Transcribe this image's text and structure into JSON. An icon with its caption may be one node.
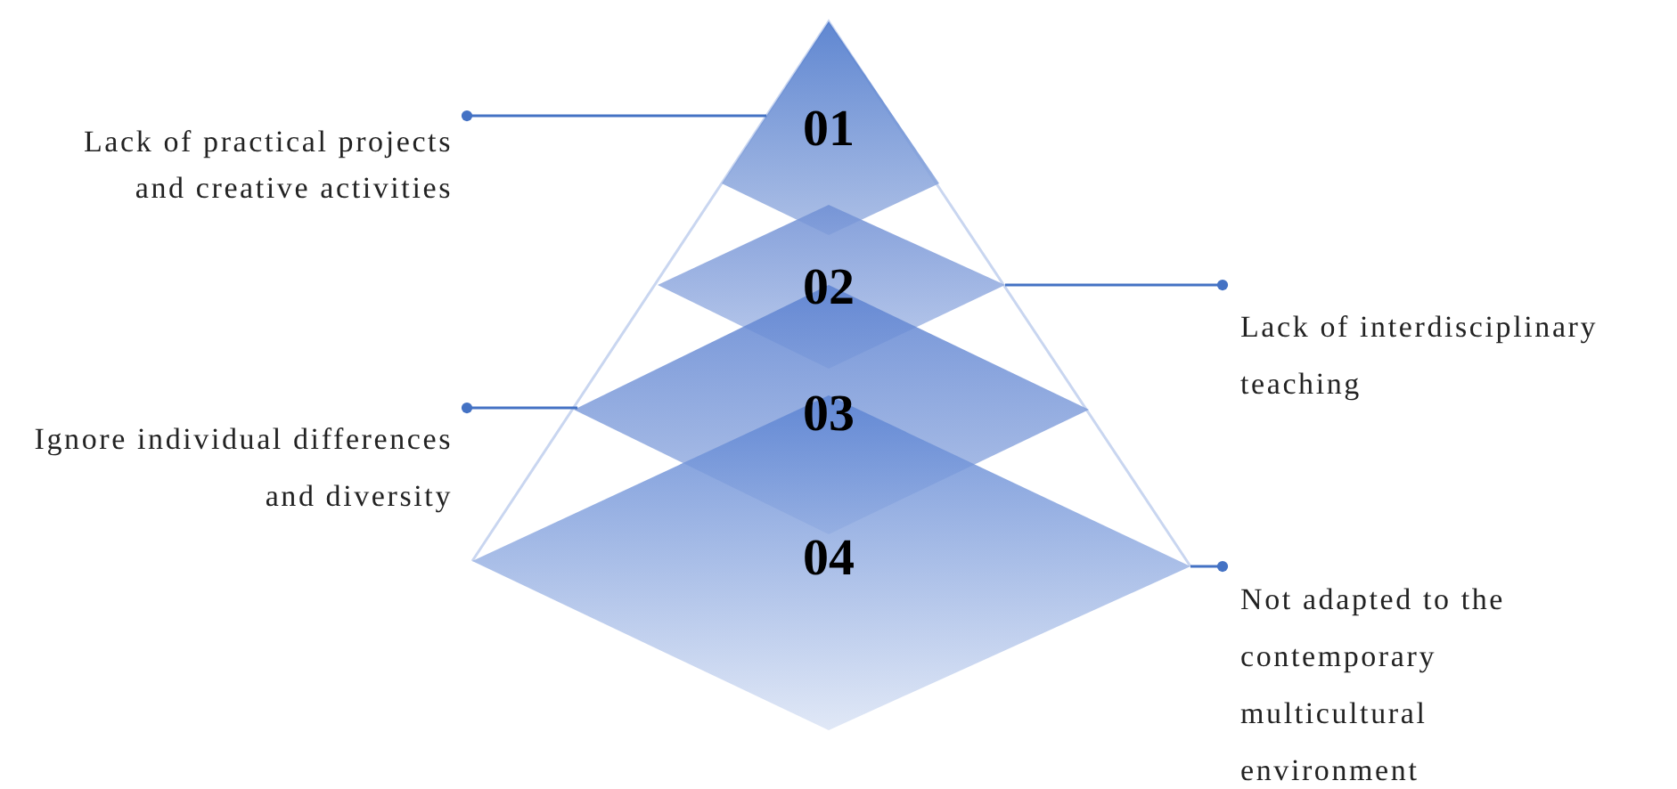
{
  "diagram": {
    "nodes": [
      {
        "text": [
          "01"
        ]
      },
      {
        "text": [
          "02"
        ]
      },
      {
        "text": [
          "03"
        ]
      },
      {
        "text": [
          "04"
        ]
      },
      {
        "text": [
          "Lack of practical projects and creative activities"
        ]
      },
      {
        "text": [
          "Lack of interdisciplinary teaching"
        ]
      },
      {
        "text": [
          "Ignore individual differences and diversity"
        ]
      },
      {
        "text": [
          "Not adapted to the contemporary multicultural environment"
        ]
      }
    ],
    "edges": [
      {
        "from": 4,
        "to": 0,
        "arrow": "other"
      },
      {
        "from": 5,
        "to": 1,
        "arrow": "other"
      },
      {
        "from": 6,
        "to": 2,
        "arrow": "other"
      },
      {
        "from": 7,
        "to": 3,
        "arrow": "other"
      }
    ]
  }
}
